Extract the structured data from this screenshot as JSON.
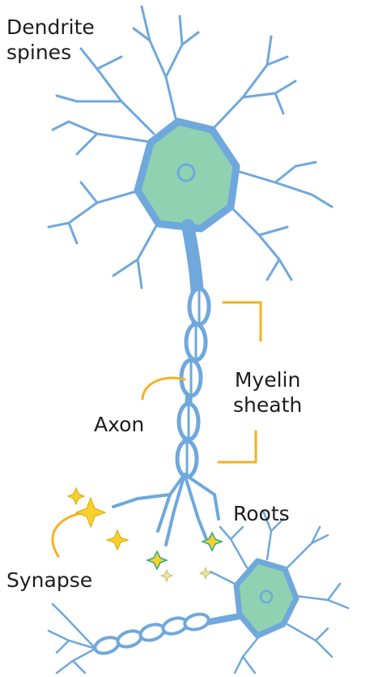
{
  "labels": {
    "dendrite_spines": [
      "Dendrite",
      "spines"
    ],
    "myelin_sheath": [
      "Myelin",
      "sheath"
    ],
    "axon": "Axon",
    "roots": "Roots",
    "synapse": "Synapse"
  },
  "colors": {
    "neuron_blue": "#6fa8dc",
    "cell_body_green": "#8fd1b0",
    "pointer_orange": "#f5b120",
    "spark_yellow": "#f8d12e",
    "text": "#1d1d1d"
  },
  "icons": [
    "neuron-icon",
    "sparkle-icon"
  ]
}
